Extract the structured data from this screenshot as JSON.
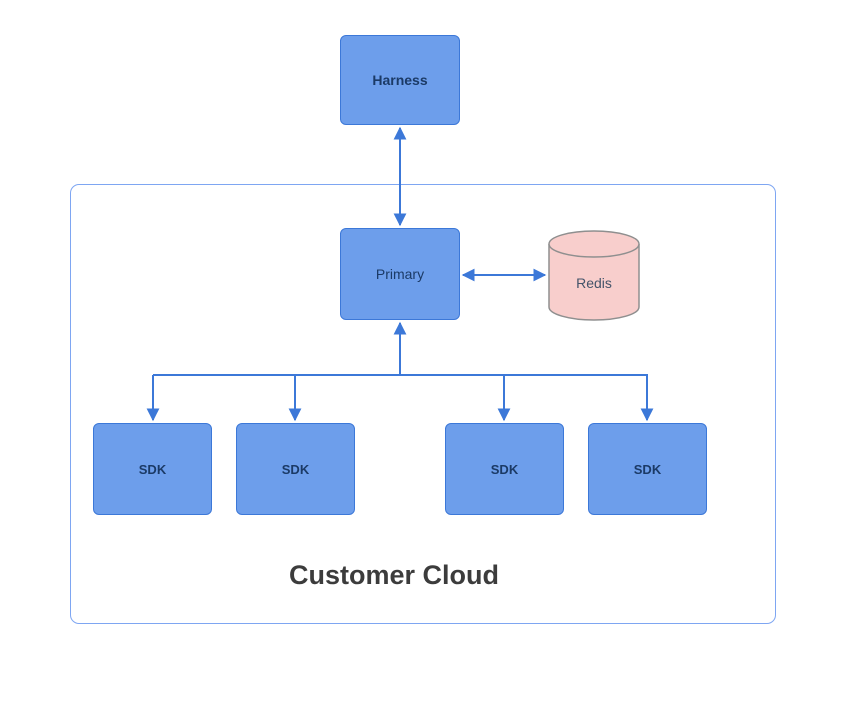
{
  "diagram": {
    "nodes": {
      "harness": {
        "label": "Harness"
      },
      "primary": {
        "label": "Primary"
      },
      "redis": {
        "label": "Redis"
      },
      "sdks": [
        {
          "label": "SDK"
        },
        {
          "label": "SDK"
        },
        {
          "label": "SDK"
        },
        {
          "label": "SDK"
        }
      ]
    },
    "container": {
      "label": "Customer Cloud"
    },
    "colors": {
      "node_fill": "#6D9EEB",
      "node_border": "#3C78D8",
      "node_text": "#1B3A66",
      "redis_fill": "#F8CECC",
      "redis_border": "#8F8F8F",
      "redis_text": "#44546A",
      "container_border": "#7EA6F2",
      "arrow": "#3C78D8",
      "container_label_text": "#3C3C3C",
      "background": "#FFFFFF"
    }
  }
}
